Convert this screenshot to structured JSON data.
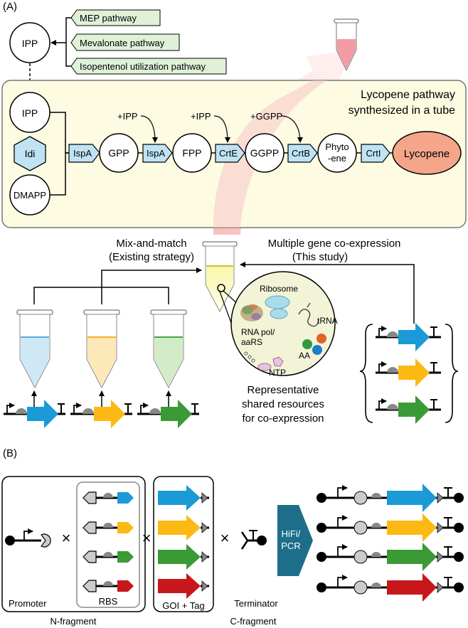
{
  "panel_a": {
    "label": "(A)",
    "ipp_top": "IPP",
    "pathways": [
      "MEP pathway",
      "Mevalonate pathway",
      "Isopentenol utilization pathway"
    ],
    "box_title_1": "Lycopene pathway",
    "box_title_2": "synthesized in a tube",
    "ipp": "IPP",
    "idi": "Idi",
    "dmapp": "DMAPP",
    "enzymes": [
      "IspA",
      "IspA",
      "CrtE",
      "CrtB",
      "CrtI"
    ],
    "metabolites": [
      "GPP",
      "FPP",
      "GGPP"
    ],
    "phytoene_1": "Phyto",
    "phytoene_2": "-ene",
    "lycopene": "Lycopene",
    "inputs": [
      "+IPP",
      "+IPP",
      "+GGPP"
    ],
    "mix_1": "Mix-and-match",
    "mix_2": "(Existing strategy)",
    "multi_1": "Multiple gene co-expression",
    "multi_2": "(This study)",
    "resources": {
      "ribosome": "Ribosome",
      "trna": "tRNA",
      "rnapol_1": "RNA pol/",
      "rnapol_2": "aaRS",
      "aa": "AA",
      "ntp": "NTP"
    },
    "shared_1": "Representative",
    "shared_2": "shared resources",
    "shared_3": "for co-expression"
  },
  "panel_b": {
    "label": "(B)",
    "promoter": "Promoter",
    "rbs": "RBS",
    "goi": "GOI + Tag",
    "terminator": "Terminator",
    "n_fragment": "N-fragment",
    "c_fragment": "C-fragment",
    "hifi_1": "HiFi/",
    "hifi_2": "PCR",
    "times": "×"
  },
  "colors": {
    "blue": "#1a9ad6",
    "yellow": "#fdb913",
    "green": "#3a9a35",
    "red": "#c8161d",
    "enzyme_fill": "#bfe3f5",
    "pathway_fill": "#dff2d8",
    "box_fill": "#fdfbe2",
    "lycopene_fill": "#f4a58a",
    "hifi_fill": "#1d6e8a"
  }
}
